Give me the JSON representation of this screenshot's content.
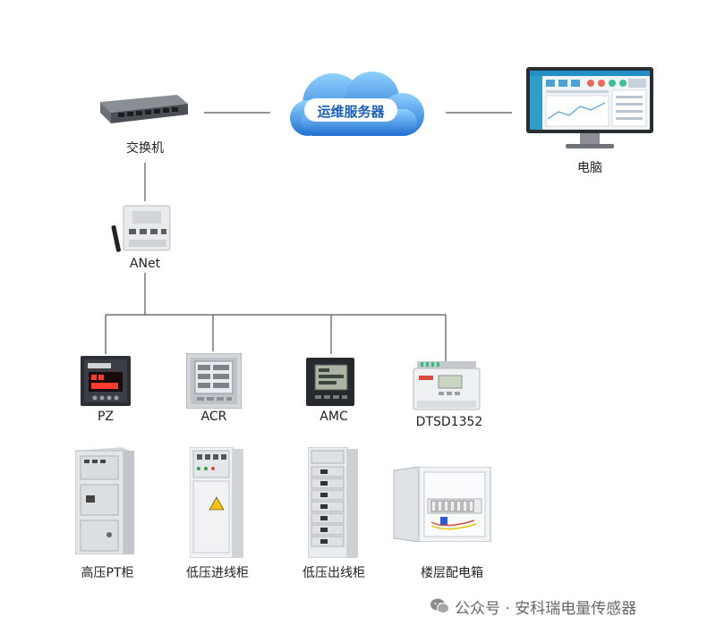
{
  "nodes": {
    "switch": "交换机",
    "cloud": "运维服务器",
    "computer": "电脑",
    "gateway": "ANet",
    "meter_pz": "PZ",
    "meter_acr": "ACR",
    "meter_amc": "AMC",
    "meter_dtsd": "DTSD1352",
    "cabinet_pt": "高压PT柜",
    "cabinet_in": "低压进线柜",
    "cabinet_out": "低压出线柜",
    "cabinet_floor": "楼层配电箱"
  },
  "footer": {
    "icon": "wechat-icon",
    "text": "公众号 · 安科瑞电量传感器"
  },
  "colors": {
    "line": "#555555",
    "cloud": "#2f7fd6",
    "screen": "#1f8fc4"
  }
}
